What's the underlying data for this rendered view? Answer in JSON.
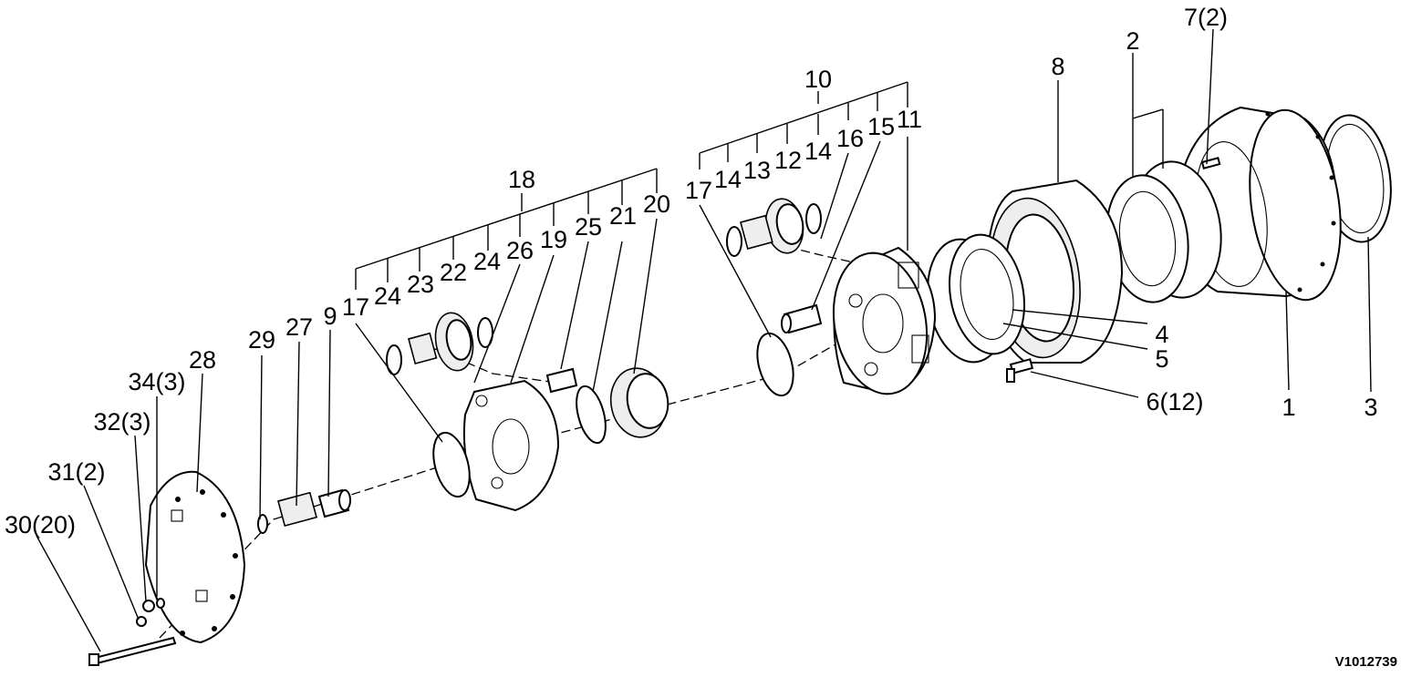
{
  "diagram": {
    "drawing_code": "V1012739",
    "labels": {
      "l1": "1",
      "l2": "2",
      "l3": "3",
      "l4": "4",
      "l5": "5",
      "l6": "6(12)",
      "l7": "7(2)",
      "l8": "8",
      "l9": "9",
      "l10": "10",
      "l11": "11",
      "l12": "12",
      "l13": "13",
      "l14a": "14",
      "l14b": "14",
      "l15": "15",
      "l16": "16",
      "l17a": "17",
      "l17b": "17",
      "l18": "18",
      "l19": "19",
      "l20": "20",
      "l21": "21",
      "l22": "22",
      "l23": "23",
      "l24a": "24",
      "l24b": "24",
      "l25": "25",
      "l26": "26",
      "l27": "27",
      "l28": "28",
      "l29": "29",
      "l30": "30(20)",
      "l31": "31(2)",
      "l32": "32(3)",
      "l34": "34(3)"
    }
  }
}
